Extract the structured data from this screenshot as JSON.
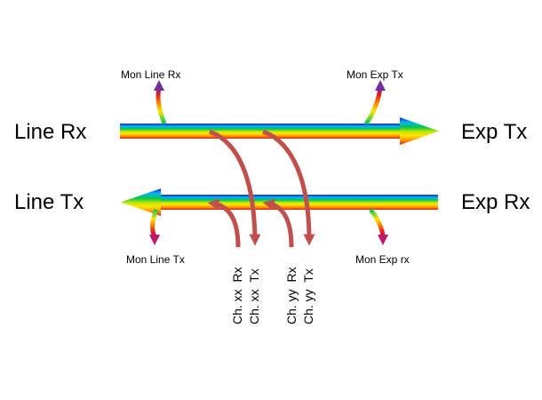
{
  "labels": {
    "line_rx": "Line Rx",
    "exp_tx": "Exp Tx",
    "line_tx": "Line Tx",
    "exp_rx": "Exp Rx",
    "mon_line_rx": "Mon Line Rx",
    "mon_exp_tx": "Mon Exp Tx",
    "mon_line_tx": "Mon Line Tx",
    "mon_exp_rx": "Mon Exp rx",
    "ch_xx_rx": "Ch. xx  Rx",
    "ch_xx_tx": "Ch. xx  Tx",
    "ch_yy_rx": "Ch. yy  Rx",
    "ch_yy_tx": "Ch. yy  Tx"
  },
  "colors": {
    "spectrum": [
      "#1f1fd6",
      "#00b2ff",
      "#00c84a",
      "#c8e600",
      "#ffe600",
      "#ff9a00",
      "#e81e1e"
    ],
    "cross_connect": "#c0504d"
  }
}
